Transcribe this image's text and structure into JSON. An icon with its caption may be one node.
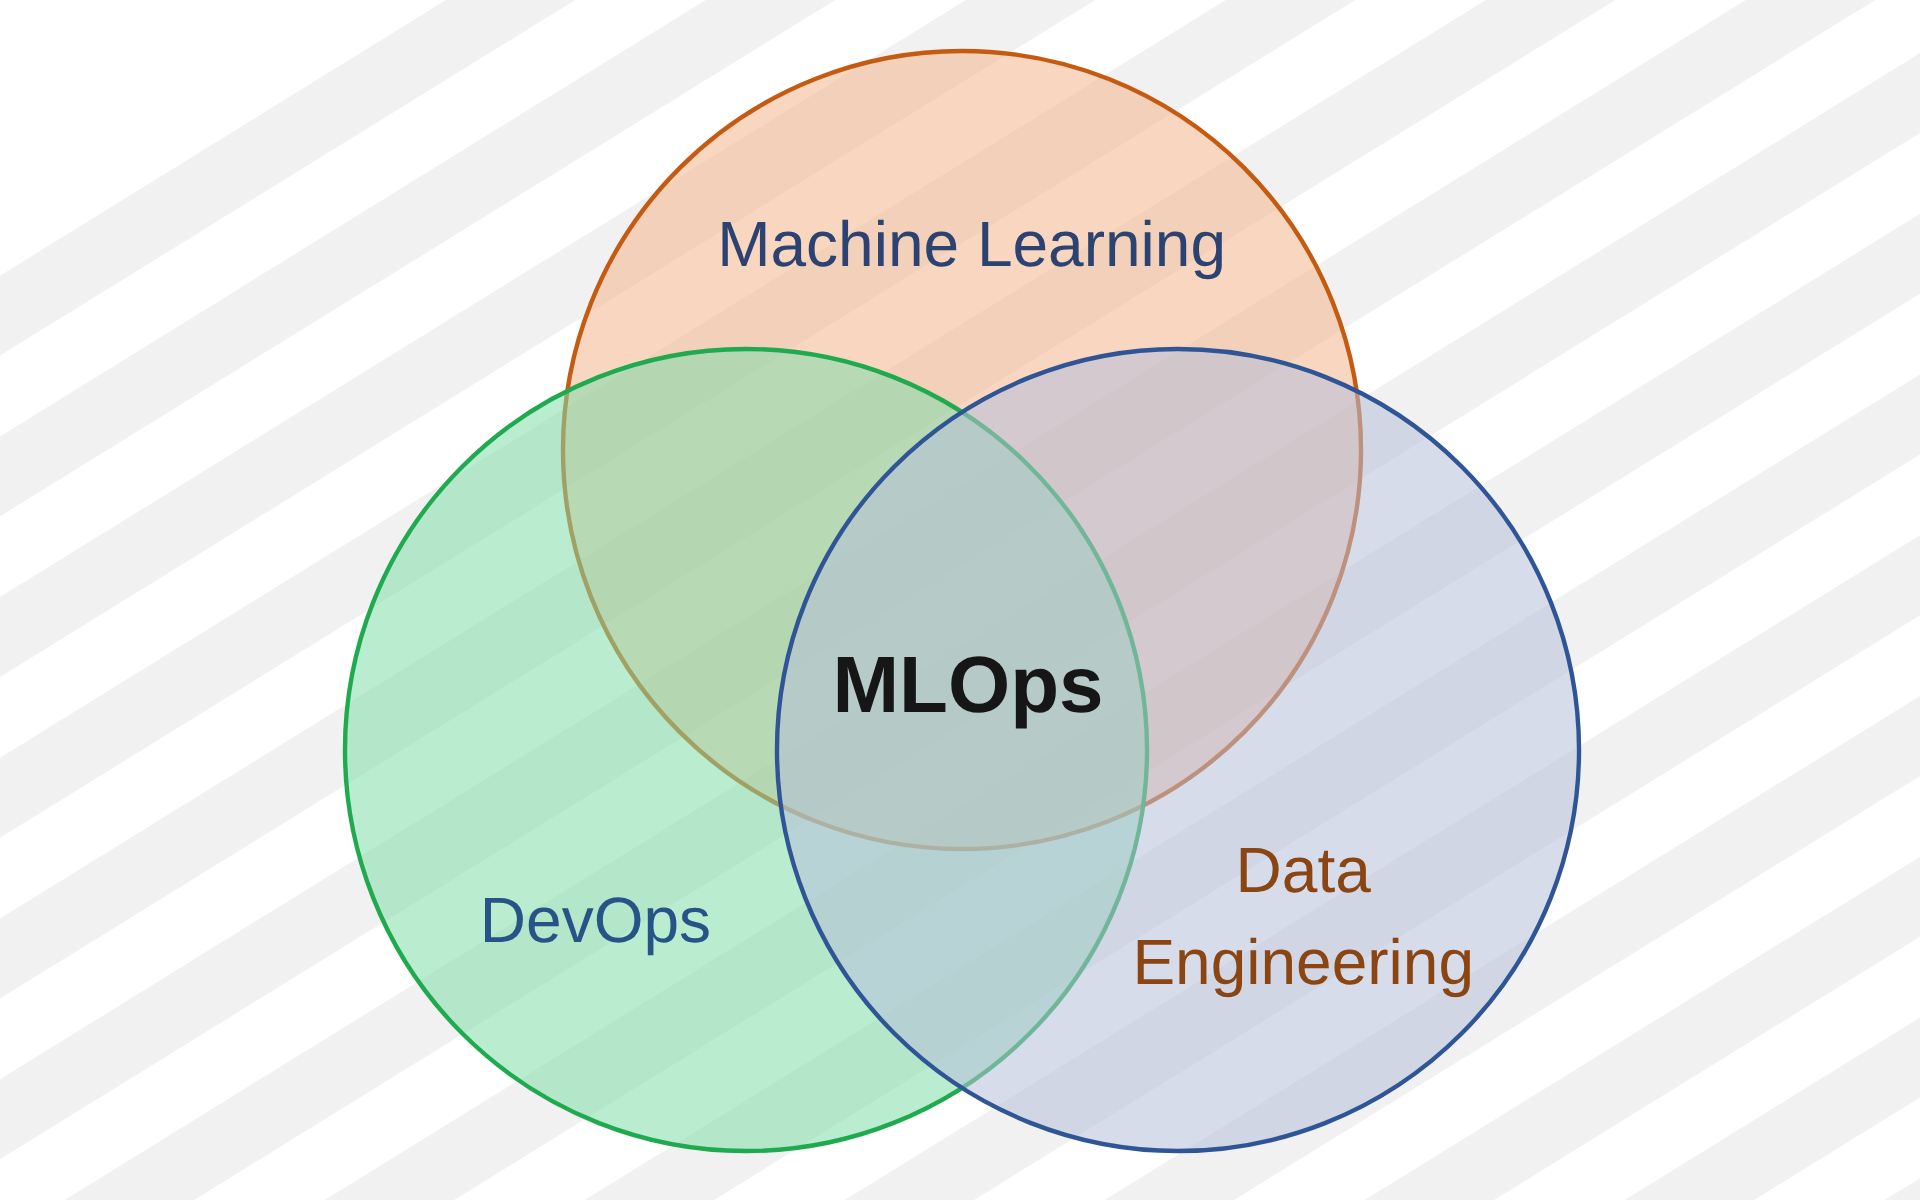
{
  "diagram": {
    "nodes": [
      {
        "text": [
          "Machine Learning"
        ]
      },
      {
        "text": [
          "DevOps"
        ]
      },
      {
        "text": [
          "Data Engineering"
        ]
      }
    ],
    "labels": [
      "MLOps"
    ]
  }
}
